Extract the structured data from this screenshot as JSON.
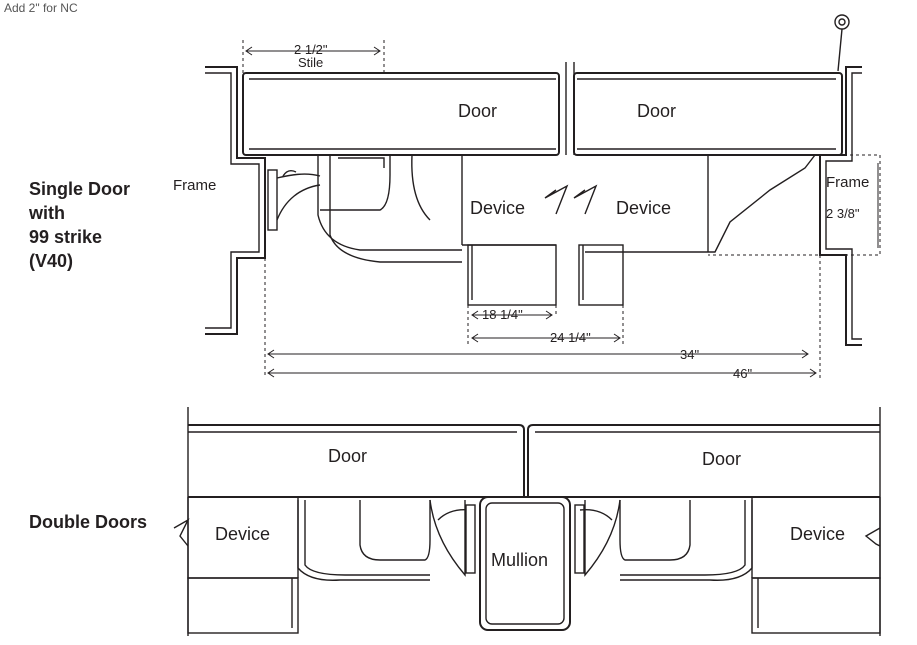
{
  "top_note": "Add 2\" for NC",
  "single": {
    "heading": [
      "Single Door",
      "with",
      "99 strike",
      "(V40)"
    ],
    "frame_left": "Frame",
    "frame_right": "Frame",
    "door_left": "Door",
    "door_right": "Door",
    "device_left": "Device",
    "device_right": "Device",
    "dim_stile": "2 1/2\"",
    "stile_label": "Stile",
    "dim_depth": "2 3/8\"",
    "dim_18": "18 1/4\"",
    "dim_24": "24 1/4\"",
    "dim_34": "34\"",
    "dim_46": "46\""
  },
  "double": {
    "heading": "Double Doors",
    "door_left": "Door",
    "door_right": "Door",
    "device_left": "Device",
    "device_right": "Device",
    "mullion": "Mullion"
  }
}
